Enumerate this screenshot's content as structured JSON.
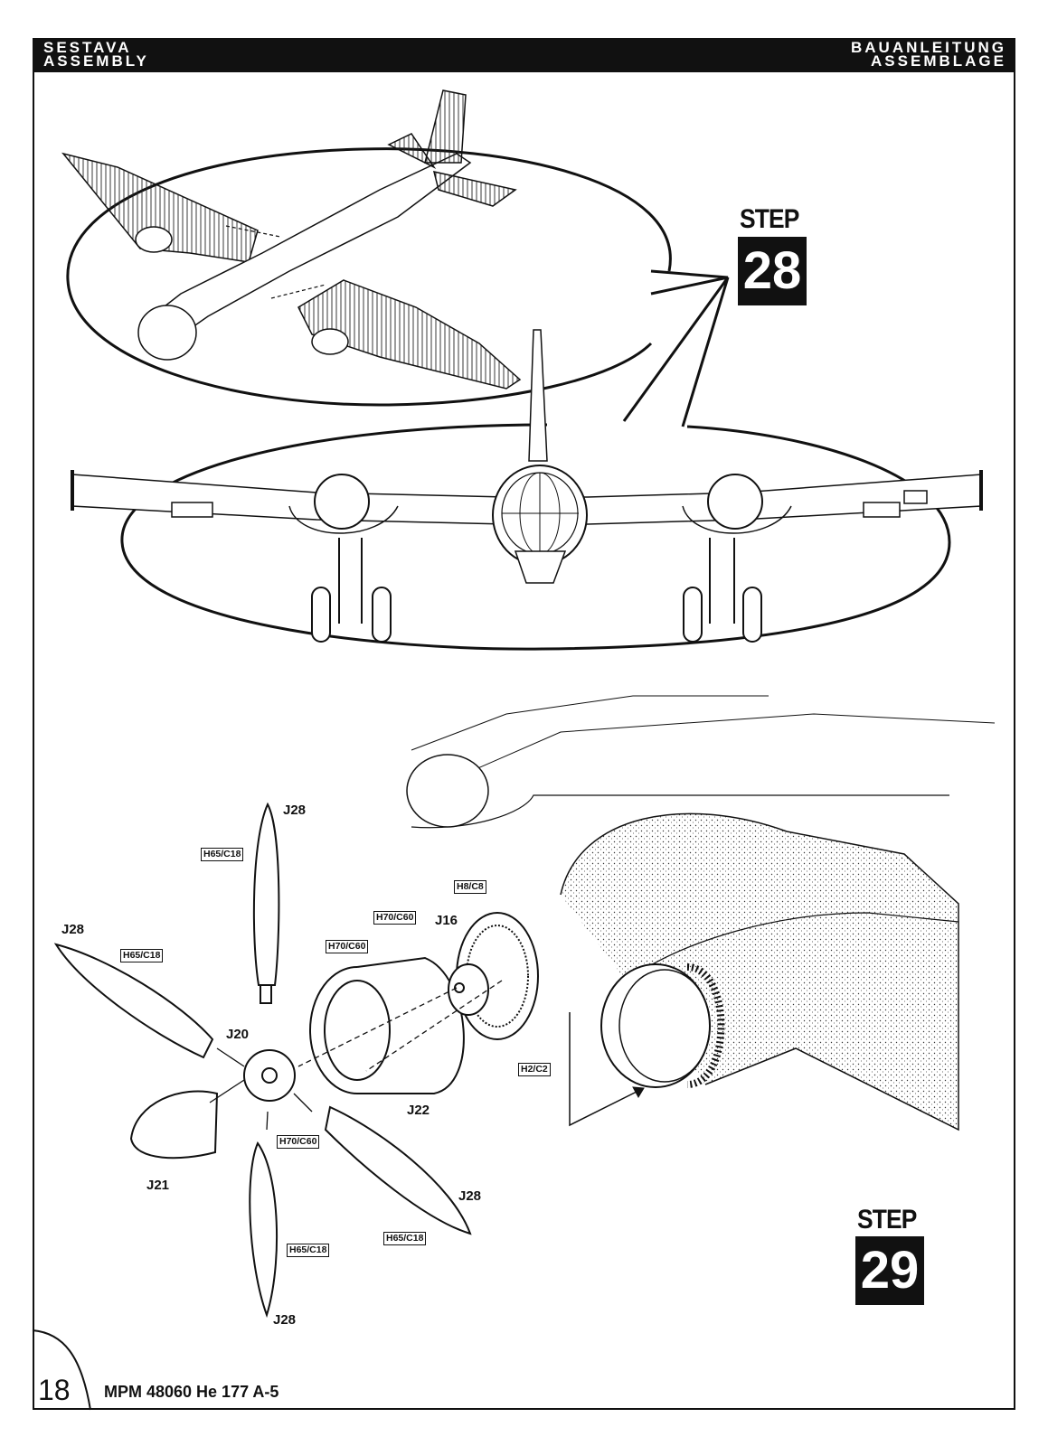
{
  "header": {
    "left_line1": "SESTAVA",
    "left_line2": "ASSEMBLY",
    "right_line1": "BAUANLEITUNG",
    "right_line2": "ASSEMBLAGE"
  },
  "steps": [
    {
      "label": "STEP",
      "number": "28"
    },
    {
      "label": "STEP",
      "number": "29"
    }
  ],
  "parts": {
    "j28_top": "J28",
    "j28_left": "J28",
    "j28_right": "J28",
    "j28_bottom": "J28",
    "j20": "J20",
    "j21": "J21",
    "j22": "J22",
    "j16": "J16",
    "box_h65_top": "H65/C18",
    "box_h65_left": "H65/C18",
    "box_h65_right": "H65/C18",
    "box_h65_bottom": "H65/C18",
    "box_h70_spinner": "H70/C60",
    "box_h70_cowl": "H70/C60",
    "box_h70_j16": "H70/C60",
    "box_h8": "H8/C8",
    "box_h2": "H2/C2"
  },
  "footer": {
    "page_number": "18",
    "title": "MPM 48060 He 177 A-5"
  }
}
